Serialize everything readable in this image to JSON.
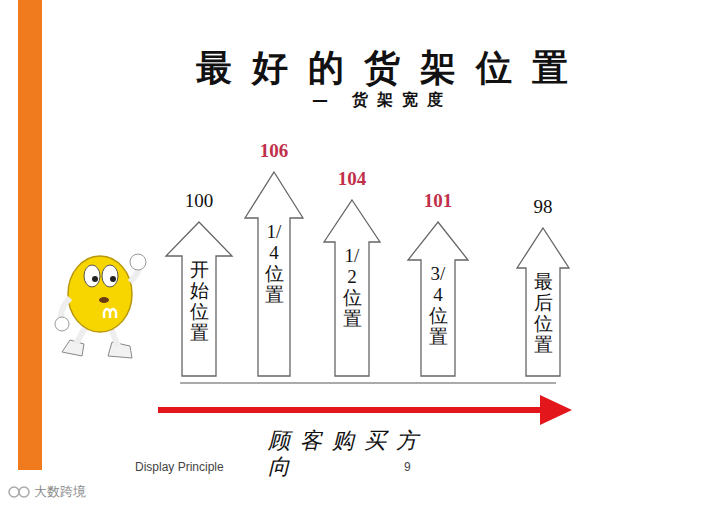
{
  "diagram": {
    "title": "最好的货架位置",
    "nodes": [
      {
        "text": [
          "100",
          "开始位置"
        ]
      },
      {
        "text": [
          "106",
          "1/4位置"
        ]
      },
      {
        "text": [
          "104",
          "1/2位置"
        ]
      },
      {
        "text": [
          "101",
          "3/4位置"
        ]
      },
      {
        "text": [
          "98",
          "最后位置"
        ]
      }
    ],
    "labels": [
      "— 货架宽度",
      "顾客购买方向",
      "Display Principle",
      "9",
      "大数跨境"
    ]
  }
}
